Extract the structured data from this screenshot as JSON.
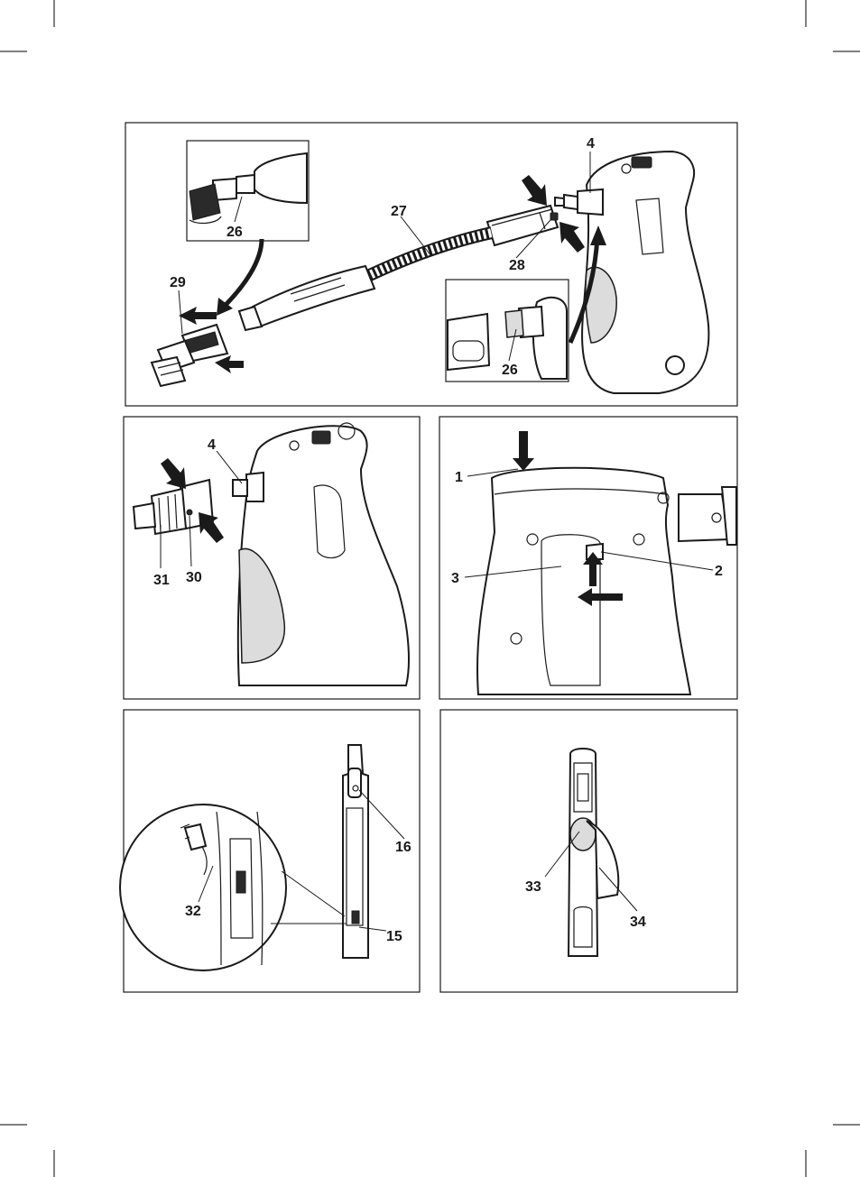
{
  "figure_1": {
    "callouts": {
      "c4": "4",
      "c26_inset_top": "26",
      "c27": "27",
      "c28": "28",
      "c29": "29",
      "c26_inset_bottom": "26"
    }
  },
  "figure_2": {
    "callouts": {
      "c4": "4",
      "c31": "31",
      "c30": "30"
    }
  },
  "figure_3": {
    "callouts": {
      "c1": "1",
      "c2": "2",
      "c3": "3"
    }
  },
  "figure_4": {
    "callouts": {
      "c16": "16",
      "c15": "15",
      "c32": "32"
    }
  },
  "figure_5": {
    "callouts": {
      "c33": "33",
      "c34": "34"
    }
  }
}
